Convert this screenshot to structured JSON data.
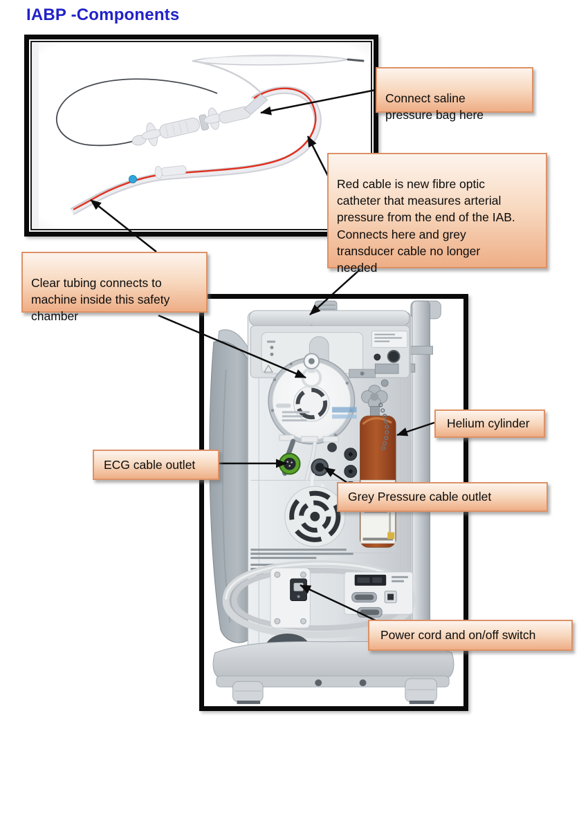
{
  "page": {
    "title": "IABP -Components"
  },
  "colors": {
    "title_blue": "#2222c8",
    "callout_border": "#dd9166",
    "callout_gradient_top": "#fdf4ed",
    "callout_gradient_bottom": "#eeae86",
    "arrow_black": "#0d0d0d",
    "frame_border": "#000000",
    "red_fibre_optic_cable": "#e0301f",
    "blue_catheter_marker": "#2fa7dc",
    "ecg_connector_green": "#5aa32c",
    "helium_cylinder_brown": "#9e4c24"
  },
  "callouts": [
    {
      "name": "connect-saline",
      "text": "Connect saline\npressure bag here"
    },
    {
      "name": "red-cable-info",
      "text": "Red cable is new fibre optic\ncatheter that measures arterial\npressure from the end of the IAB.\nConnects here and grey\ntransducer cable no longer\nneeded"
    },
    {
      "name": "clear-tubing",
      "text": "Clear tubing connects to\nmachine inside this safety\nchamber"
    },
    {
      "name": "helium-cylinder",
      "text": "Helium cylinder"
    },
    {
      "name": "ecg-cable-outlet",
      "text": "ECG cable outlet"
    },
    {
      "name": "grey-pressure-cable-outlet",
      "text": "Grey Pressure cable outlet"
    },
    {
      "name": "power-cord",
      "text": "Power cord and on/off switch"
    }
  ]
}
